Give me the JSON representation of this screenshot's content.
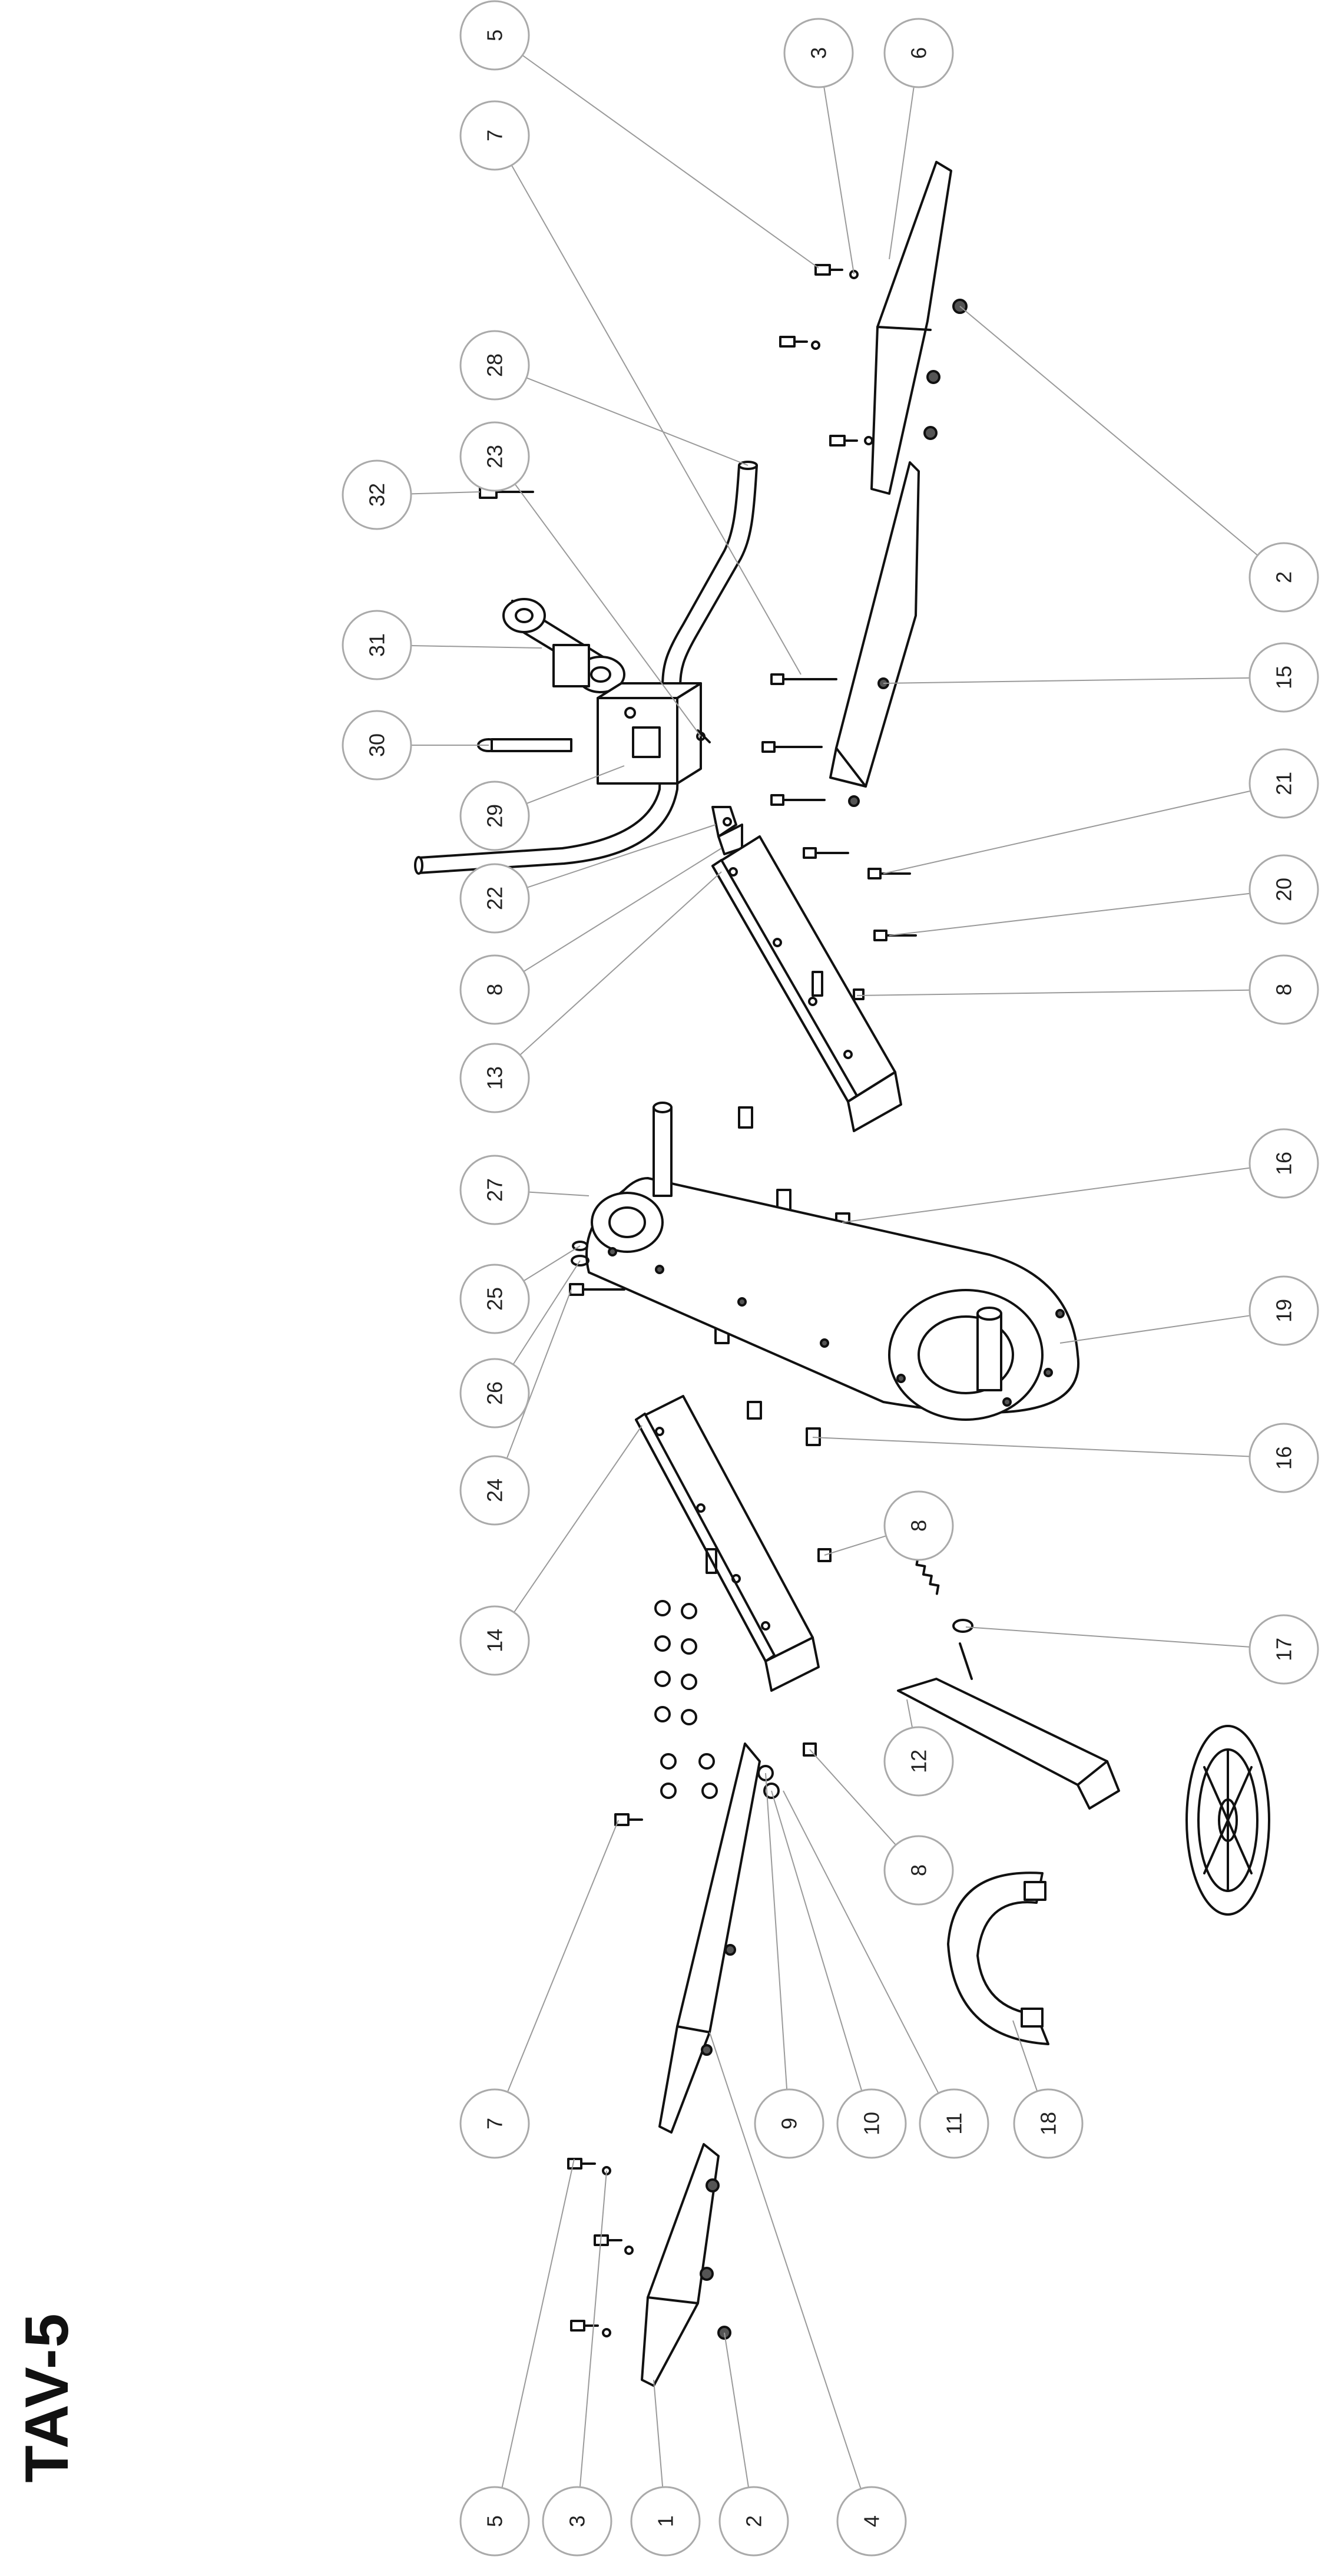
{
  "title": "TAV-5",
  "colors": {
    "line": "#111111",
    "leader": "#9a9a9a",
    "balloon": "#aaaaaa",
    "label": "#222222"
  },
  "callouts": [
    {
      "id": "c-5-top",
      "label": "5"
    },
    {
      "id": "c-3-top",
      "label": "3"
    },
    {
      "id": "c-6",
      "label": "6"
    },
    {
      "id": "c-7-top",
      "label": "7"
    },
    {
      "id": "c-28",
      "label": "28"
    },
    {
      "id": "c-23",
      "label": "23"
    },
    {
      "id": "c-32",
      "label": "32"
    },
    {
      "id": "c-2-right",
      "label": "2"
    },
    {
      "id": "c-31",
      "label": "31"
    },
    {
      "id": "c-15",
      "label": "15"
    },
    {
      "id": "c-30",
      "label": "30"
    },
    {
      "id": "c-21",
      "label": "21"
    },
    {
      "id": "c-29",
      "label": "29"
    },
    {
      "id": "c-22",
      "label": "22"
    },
    {
      "id": "c-20",
      "label": "20"
    },
    {
      "id": "c-8-a",
      "label": "8"
    },
    {
      "id": "c-8-b",
      "label": "8"
    },
    {
      "id": "c-13",
      "label": "13"
    },
    {
      "id": "c-27",
      "label": "27"
    },
    {
      "id": "c-16-a",
      "label": "16"
    },
    {
      "id": "c-25",
      "label": "25"
    },
    {
      "id": "c-26",
      "label": "26"
    },
    {
      "id": "c-19",
      "label": "19"
    },
    {
      "id": "c-24",
      "label": "24"
    },
    {
      "id": "c-16-b",
      "label": "16"
    },
    {
      "id": "c-8-c",
      "label": "8"
    },
    {
      "id": "c-14",
      "label": "14"
    },
    {
      "id": "c-17",
      "label": "17"
    },
    {
      "id": "c-12",
      "label": "12"
    },
    {
      "id": "c-8-d",
      "label": "8"
    },
    {
      "id": "c-7-bottom",
      "label": "7"
    },
    {
      "id": "c-9",
      "label": "9"
    },
    {
      "id": "c-10",
      "label": "10"
    },
    {
      "id": "c-11",
      "label": "11"
    },
    {
      "id": "c-18",
      "label": "18"
    },
    {
      "id": "c-5-bottom",
      "label": "5"
    },
    {
      "id": "c-3-bottom",
      "label": "3"
    },
    {
      "id": "c-1",
      "label": "1"
    },
    {
      "id": "c-2-bottom",
      "label": "2"
    },
    {
      "id": "c-4",
      "label": "4"
    }
  ]
}
